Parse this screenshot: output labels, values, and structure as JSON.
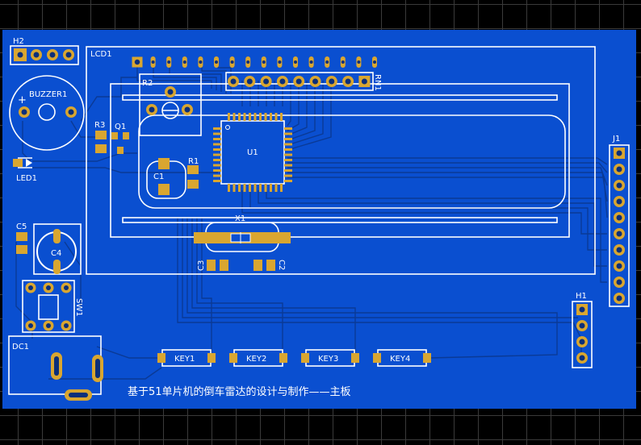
{
  "colors": {
    "background": "#000000",
    "grid": "#3a3a3a",
    "board": "#0a4fd0",
    "trace": "#0a3a96",
    "silkscreen": "#ffffff",
    "pad": "#d9a630",
    "hole": "#0b2f7a"
  },
  "designators": {
    "h2": "H2",
    "lcd1": "LCD1",
    "r2": "R2",
    "rn1": "RN1",
    "buzzer1": "BUZZER1",
    "plus": "+",
    "r3": "R3",
    "q1": "Q1",
    "c1": "C1",
    "r1": "R1",
    "u1": "U1",
    "led1": "LED1",
    "j1": "J1",
    "c5": "C5",
    "c4": "C4",
    "x1": "X1",
    "c3": "C3",
    "c2": "C2",
    "sw1": "SW1",
    "h1": "H1",
    "dc1": "DC1"
  },
  "keys": [
    "KEY1",
    "KEY2",
    "KEY3",
    "KEY4"
  ],
  "caption": "基于51单片机的倒车雷达的设计与制作——主板"
}
